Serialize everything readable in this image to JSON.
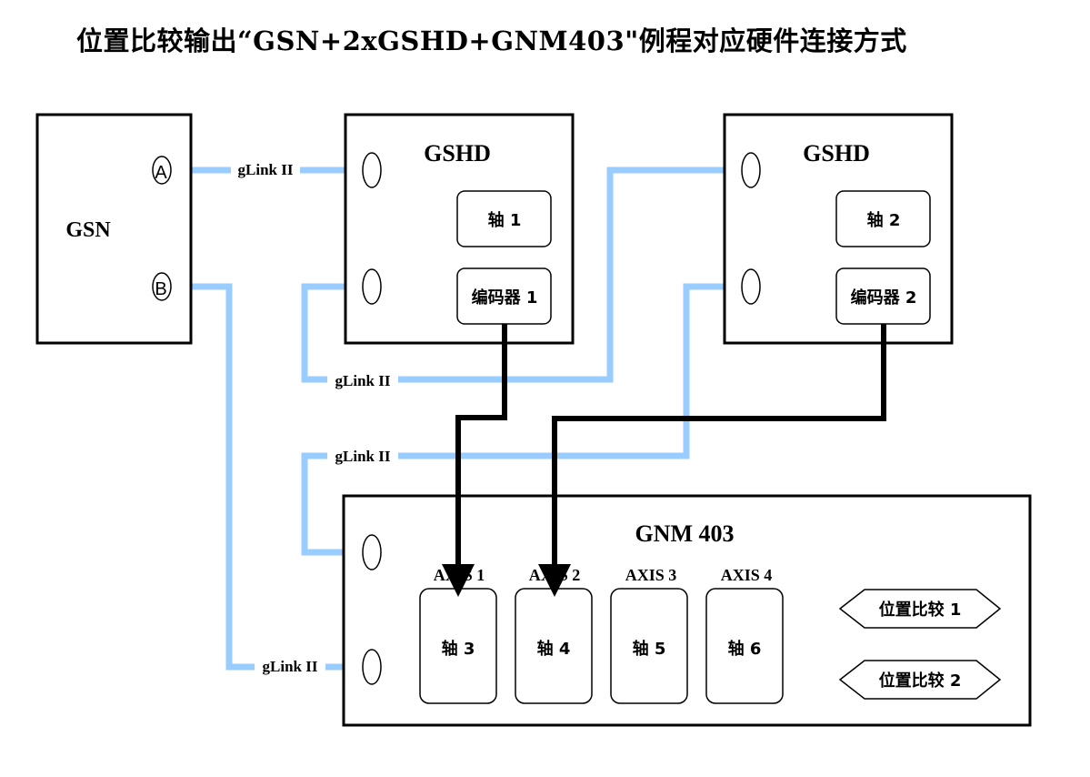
{
  "title": "位置比较输出“GSN+2xGSHD+GNM403\"例程对应硬件连接方式",
  "colors": {
    "link": "#99ccff",
    "encoder_wire": "#000000",
    "box_stroke": "#000000"
  },
  "gsn": {
    "label": "GSN",
    "port_a": "A",
    "port_b": "B"
  },
  "gshd1": {
    "label": "GSHD",
    "axis": "轴 1",
    "encoder": "编码器 1"
  },
  "gshd2": {
    "label": "GSHD",
    "axis": "轴 2",
    "encoder": "编码器 2"
  },
  "gnm": {
    "label": "GNM 403",
    "axes": [
      {
        "header": "AXIS 1",
        "name": "轴 3"
      },
      {
        "header": "AXIS 2",
        "name": "轴 4"
      },
      {
        "header": "AXIS 3",
        "name": "轴 5"
      },
      {
        "header": "AXIS 4",
        "name": "轴 6"
      }
    ],
    "compare1": "位置比较 1",
    "compare2": "位置比较 2"
  },
  "links": {
    "gsn_a_to_gshd1": "gLink II",
    "gshd1_to_gshd2": "gLink II",
    "gshd2_to_gnm": "gLink II",
    "gsn_b_to_gnm": "gLink II"
  }
}
